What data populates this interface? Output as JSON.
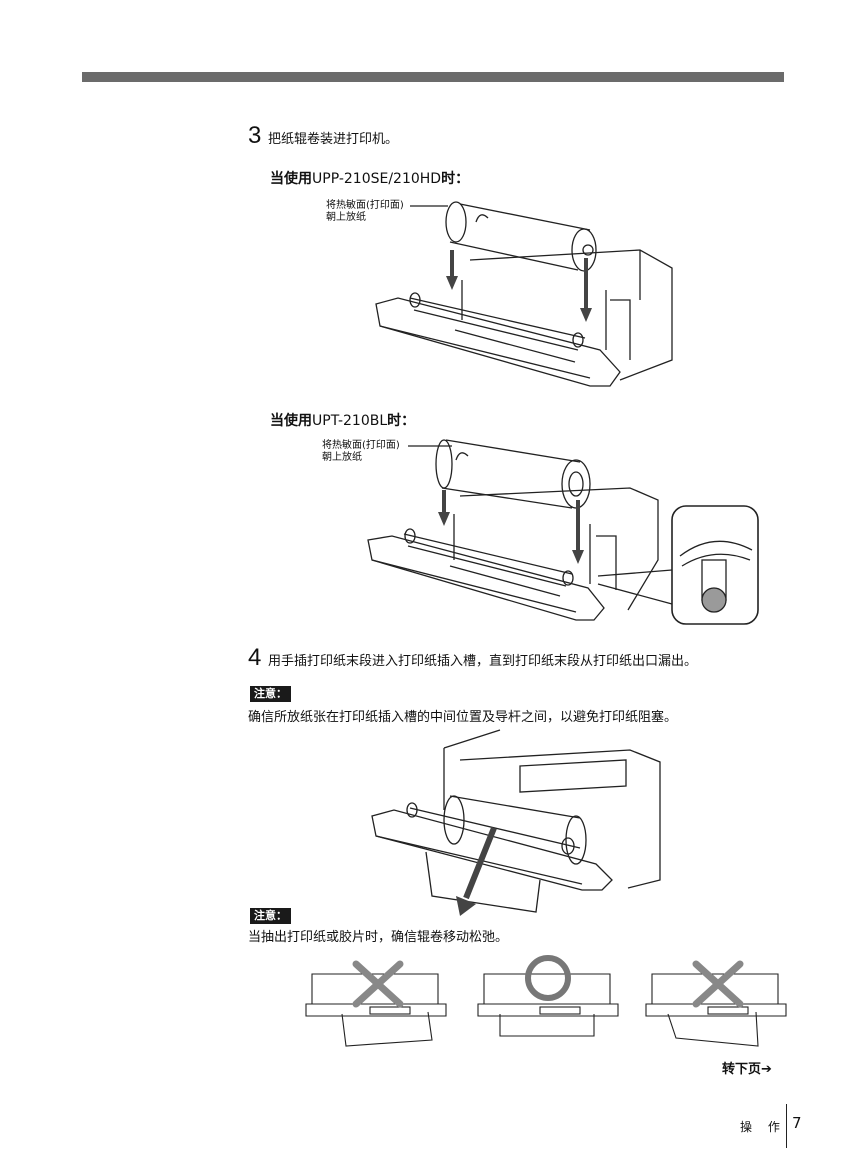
{
  "step3": {
    "number": "3",
    "text": "把纸辊卷装进打印机。",
    "case1": {
      "prefix": "当使用",
      "model": "UPP-210SE/210HD",
      "suffix": "时："
    },
    "case1_callout": [
      "将热敏面(打印面)",
      "朝上放纸"
    ],
    "case2": {
      "prefix": "当使用",
      "model": "UPT-210BL",
      "suffix": "时："
    },
    "case2_callout": [
      "将热敏面(打印面)",
      "朝上放纸"
    ]
  },
  "step4": {
    "number": "4",
    "text": "用手插打印纸末段进入打印纸插入槽，直到打印纸末段从打印纸出口漏出。"
  },
  "note1": {
    "label": "注意：",
    "text": "确信所放纸张在打印纸插入槽的中间位置及导杆之间，以避免打印纸阻塞。"
  },
  "note2": {
    "label": "注意：",
    "text": "当抽出打印纸或胶片时，确信辊卷移动松弛。"
  },
  "next_page": "转下页",
  "next_page_arrow": "➔",
  "footer": {
    "section": "操 作",
    "page": "7"
  }
}
